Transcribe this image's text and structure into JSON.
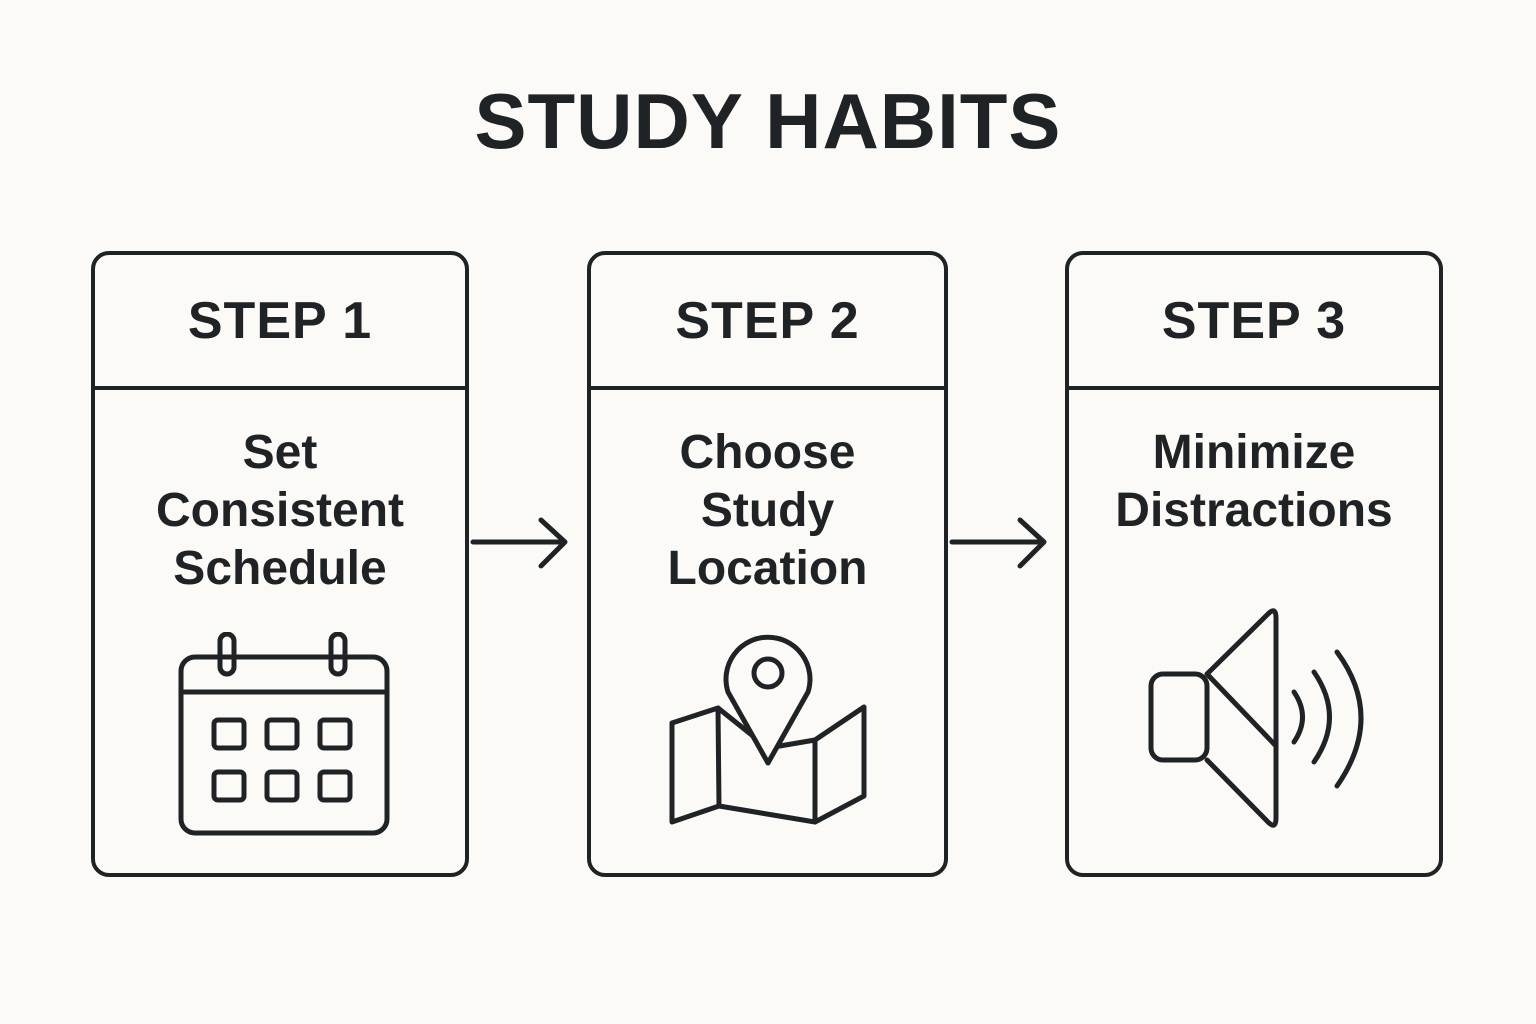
{
  "title": "STUDY HABITS",
  "steps": [
    {
      "label": "STEP 1",
      "text": [
        "Set",
        "Consistent",
        "Schedule"
      ],
      "icon": "calendar-icon"
    },
    {
      "label": "STEP 2",
      "text": [
        "Choose",
        "Study",
        "Location"
      ],
      "icon": "map-pin-icon"
    },
    {
      "label": "STEP 3",
      "text": [
        "Minimize",
        "Distractions"
      ],
      "icon": "speaker-icon"
    }
  ],
  "colors": {
    "background": "#fbfaf6",
    "stroke": "#1f2326"
  }
}
